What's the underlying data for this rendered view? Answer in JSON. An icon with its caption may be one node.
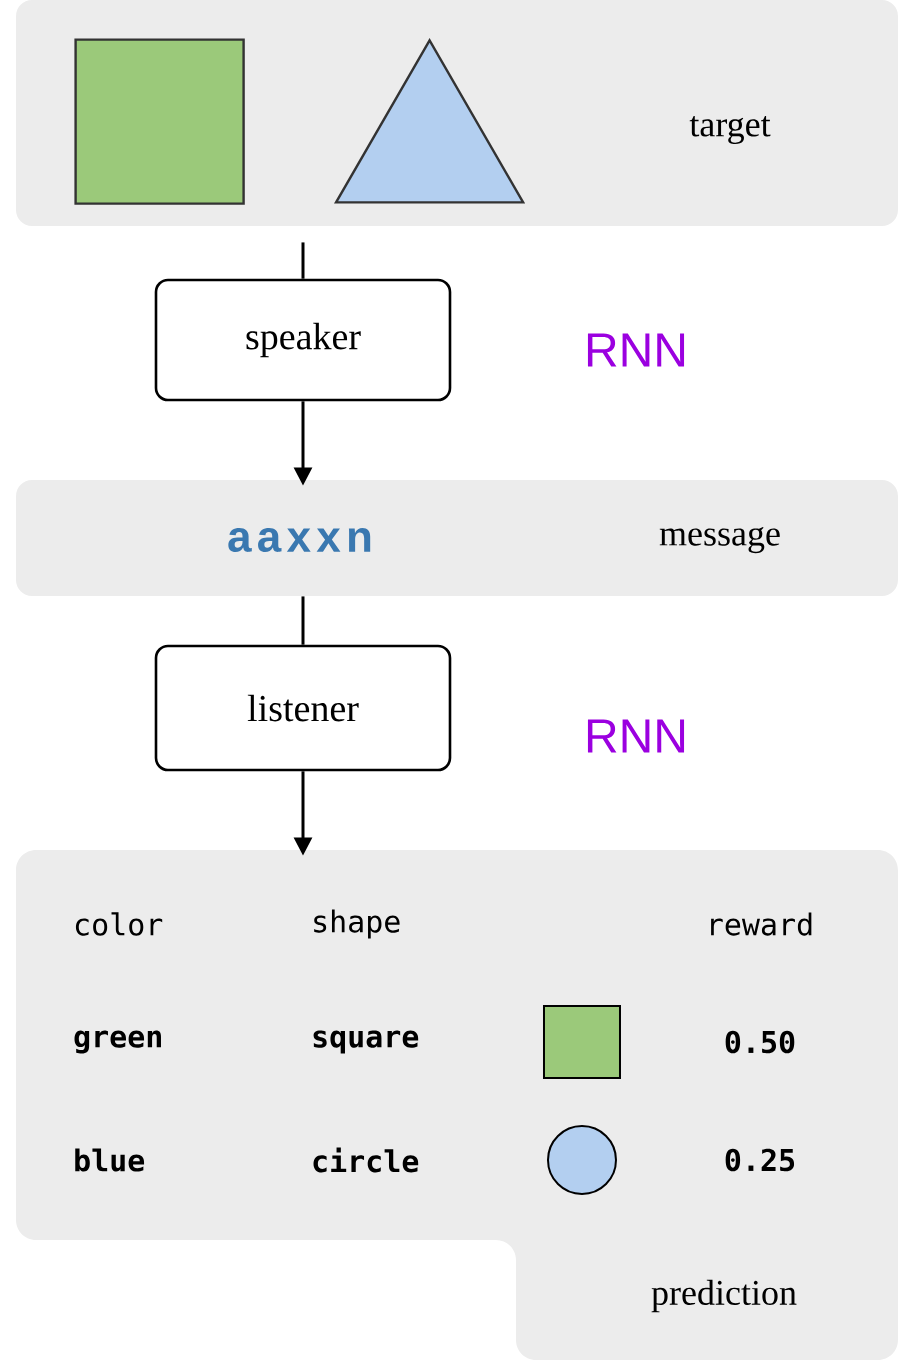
{
  "diagram": {
    "nodes": [
      {
        "text": [
          "target"
        ]
      },
      {
        "text": [],
        "shape": "box",
        "in": 0
      },
      {
        "text": [],
        "shape": "triangle",
        "in": 0
      },
      {
        "text": [
          "speaker"
        ]
      },
      {
        "text": [
          "aaxxn",
          "message"
        ]
      },
      {
        "text": [
          "listener"
        ]
      },
      {
        "text": [
          "prediction"
        ]
      }
    ],
    "edges": [
      {
        "from": 0,
        "to": 3,
        "arrow": "none"
      },
      {
        "from": 3,
        "to": 4,
        "arrow": "to"
      },
      {
        "from": 4,
        "to": 5,
        "arrow": "none"
      },
      {
        "from": 5,
        "to": 6,
        "arrow": "to"
      }
    ],
    "labels": [
      "RNN",
      "RNN",
      "color",
      "shape",
      "reward",
      "green",
      "square",
      "0.50",
      "blue",
      "circle",
      "0.25"
    ]
  }
}
